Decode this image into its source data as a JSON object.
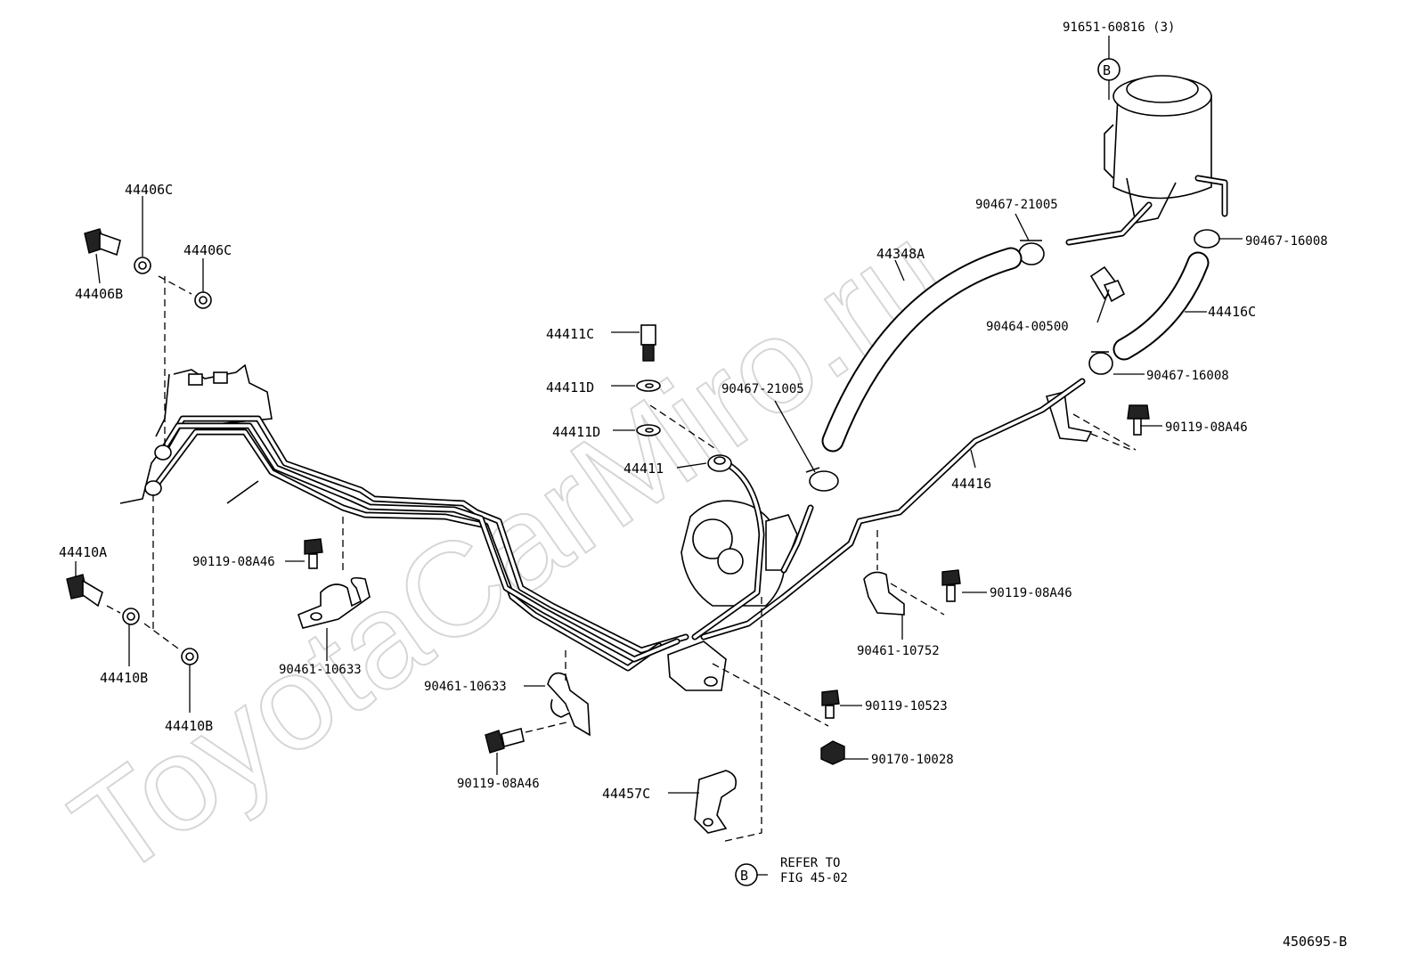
{
  "watermark": "ToyotaCarMiro.ru",
  "diagram_id": "450695-B",
  "refer_note": {
    "circle": "B",
    "line1": "REFER TO",
    "line2": "FIG 45-02"
  },
  "reservoir_circle": "B",
  "labels": {
    "p91651": "91651-60816 (3)",
    "p90467_21005_top": "90467-21005",
    "p90467_16008_top": "90467-16008",
    "p44348A": "44348A",
    "p90464": "90464-00500",
    "p44416C": "44416C",
    "p90467_16008_mid": "90467-16008",
    "p90119_right": "90119-08A46",
    "p44416": "44416",
    "p44411C": "44411C",
    "p44411D_a": "44411D",
    "p44411D_b": "44411D",
    "p44411": "44411",
    "p90467_21005_mid": "90467-21005",
    "p44406C_a": "44406C",
    "p44406C_b": "44406C",
    "p44406B": "44406B",
    "p44410A": "44410A",
    "p44410B_a": "44410B",
    "p44410B_b": "44410B",
    "p90119_left": "90119-08A46",
    "p90461_10633_a": "90461-10633",
    "p90461_10633_b": "90461-10633",
    "p90119_bottom": "90119-08A46",
    "p44457C": "44457C",
    "p90119_mid": "90119-08A46",
    "p90461_10752": "90461-10752",
    "p90119_10523": "90119-10523",
    "p90170": "90170-10028"
  }
}
